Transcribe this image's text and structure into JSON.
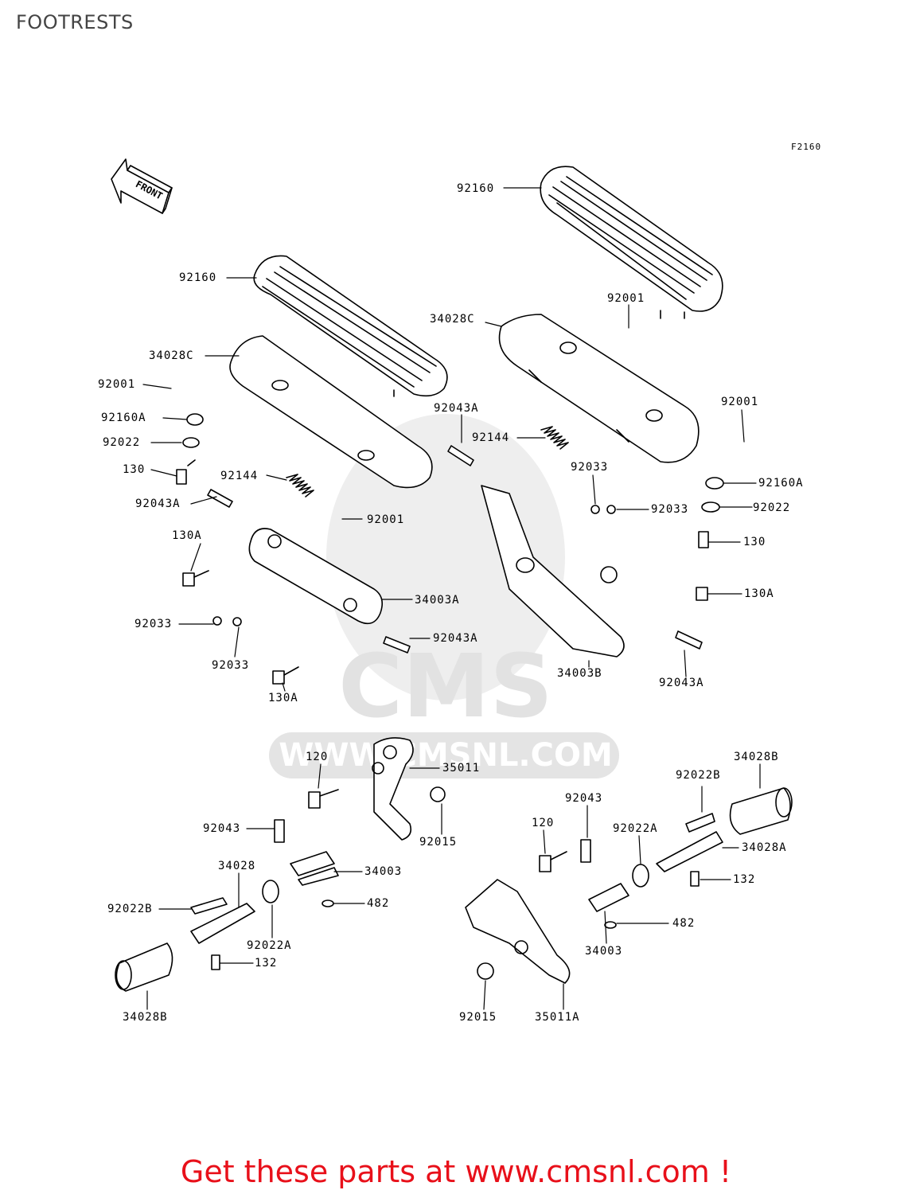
{
  "page": {
    "title": "FOOTRESTS"
  },
  "figure_code": "F2160",
  "front_label": "FRONT",
  "watermark": {
    "brand": "CMS",
    "url_text": "WWW.CMSNL.COM",
    "color": "#e6e6e6"
  },
  "parts": [
    "92160",
    "92160",
    "34028C",
    "34028C",
    "92001",
    "92001",
    "92001",
    "92001",
    "92160A",
    "92160A",
    "92022",
    "92022",
    "130",
    "130",
    "92043A",
    "92043A",
    "92043A",
    "92043A",
    "92144",
    "92144",
    "92033",
    "92033",
    "92033",
    "92033",
    "130A",
    "130A",
    "130A",
    "34003A",
    "34003B",
    "120",
    "120",
    "35011",
    "35011A",
    "92015",
    "92015",
    "92043",
    "92043",
    "34003",
    "34003",
    "482",
    "482",
    "34028",
    "34028A",
    "92022B",
    "92022B",
    "92022A",
    "92022A",
    "132",
    "132",
    "34028B",
    "34028B"
  ],
  "promo": {
    "text": "Get these parts at www.cmsnl.com !",
    "color": "#e8101a"
  }
}
